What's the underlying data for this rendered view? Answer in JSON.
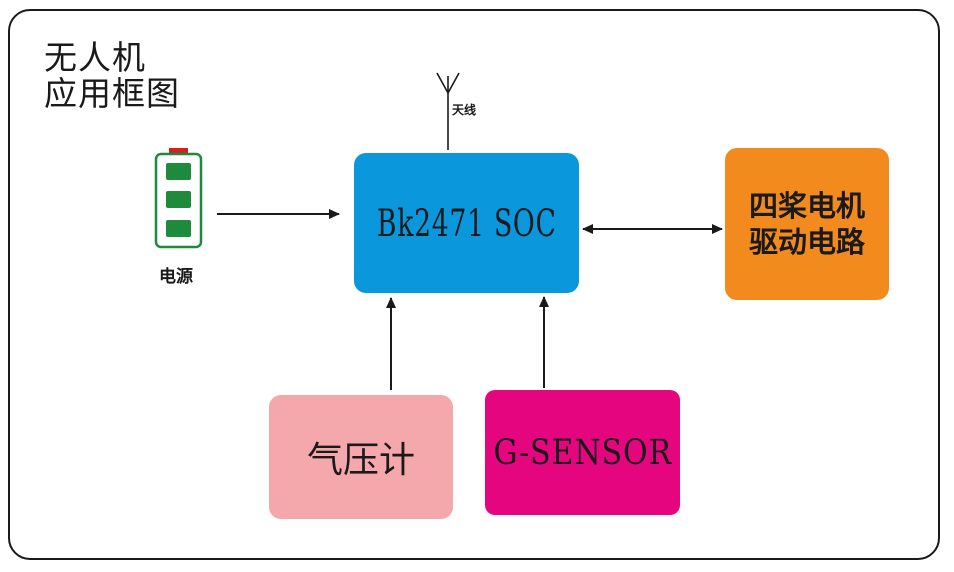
{
  "title": {
    "line1": "无人机",
    "line2": "应用框图"
  },
  "antenna": {
    "label": "天线"
  },
  "power": {
    "label": "电源"
  },
  "soc": {
    "label": "Bk2471 SOC"
  },
  "motor": {
    "line1": "四桨电机",
    "line2": "驱动电路"
  },
  "barometer": {
    "label": "气压计"
  },
  "gsensor": {
    "label": "G-SENSOR"
  },
  "colors": {
    "soc": "#0b97dc",
    "motor": "#f28a1e",
    "barometer": "#f5a8ab",
    "gsensor": "#e4057f",
    "battery_outline": "#1e8a3c",
    "battery_cell": "#1e8a3c",
    "battery_cap": "#d62020"
  }
}
